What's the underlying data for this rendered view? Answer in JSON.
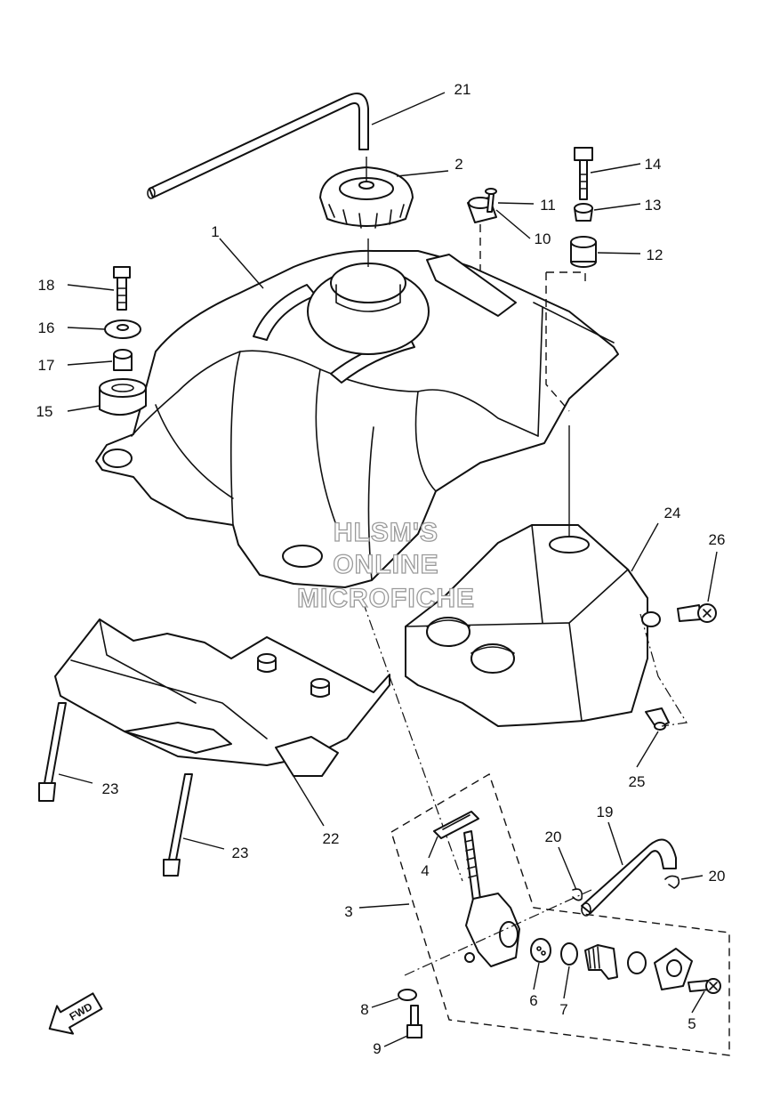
{
  "watermark": [
    "HLSM'S",
    "ONLINE",
    "MICROFICHE"
  ],
  "direction_badge": "FWD",
  "callouts": {
    "c1": "1",
    "c2": "2",
    "c3": "3",
    "c4": "4",
    "c5": "5",
    "c6": "6",
    "c7": "7",
    "c8": "8",
    "c9": "9",
    "c10": "10",
    "c11": "11",
    "c12": "12",
    "c13": "13",
    "c14": "14",
    "c15": "15",
    "c16": "16",
    "c17": "17",
    "c18": "18",
    "c19": "19",
    "c20a": "20",
    "c20b": "20",
    "c21": "21",
    "c22": "22",
    "c23a": "23",
    "c23b": "23",
    "c24": "24",
    "c25": "25",
    "c26": "26"
  },
  "icons": {
    "fwd": "fwd-arrow-icon"
  }
}
